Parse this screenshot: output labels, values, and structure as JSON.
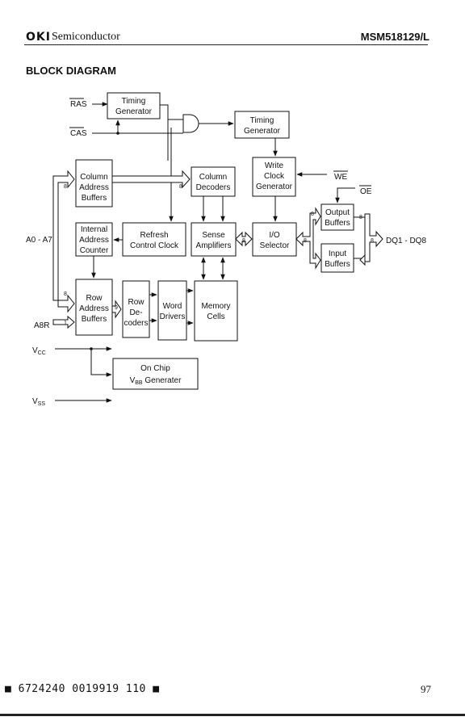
{
  "header": {
    "logo": "OKI",
    "company": "Semiconductor",
    "part_number": "MSM518129/L"
  },
  "section_title": "BLOCK DIAGRAM",
  "blocks": {
    "timing_gen_1": [
      "Timing",
      "Generator"
    ],
    "timing_gen_2": [
      "Timing",
      "Generator"
    ],
    "col_addr_buf": [
      "Column",
      "Address",
      "Buffers"
    ],
    "col_decoders": [
      "Column",
      "Decoders"
    ],
    "write_clock_gen": [
      "Write",
      "Clock",
      "Generator"
    ],
    "int_addr_counter": [
      "Internal",
      "Address",
      "Counter"
    ],
    "refresh_ctrl": [
      "Refresh",
      "Control Clock"
    ],
    "sense_amps": [
      "Sense",
      "Amplifiers"
    ],
    "io_selector": [
      "I/O",
      "Selector"
    ],
    "output_buffers": [
      "Output",
      "Buffers"
    ],
    "input_buffers": [
      "Input",
      "Buffers"
    ],
    "row_addr_buf": [
      "Row",
      "Address",
      "Buffers"
    ],
    "row_decoders": [
      "Row",
      "De-",
      "coders"
    ],
    "word_drivers": [
      "Word",
      "Drivers"
    ],
    "memory_cells": [
      "Memory",
      "Cells"
    ],
    "vbb_gen": [
      "On Chip",
      "V",
      "BB",
      " Generater"
    ]
  },
  "signals": {
    "ras": "RAS",
    "cas": "CAS",
    "we": "WE",
    "oe": "OE",
    "addr": "A0 - A7",
    "a8r": "A8R",
    "dq": "DQ1 - DQ8",
    "vcc": [
      "V",
      "CC"
    ],
    "vss": [
      "V",
      "SS"
    ]
  },
  "bus_widths": {
    "col_addr_in": "8",
    "col_dec_in": "8",
    "row_addr_in": "8",
    "a8r_in": "1",
    "row_dec_in": "9",
    "sense_io": "8",
    "io_out": "8",
    "out_buf": "8",
    "dq_bus": "8",
    "in_buf": "8"
  },
  "footer": {
    "barcode": "6724240 0019919 110",
    "page_number": "97"
  }
}
